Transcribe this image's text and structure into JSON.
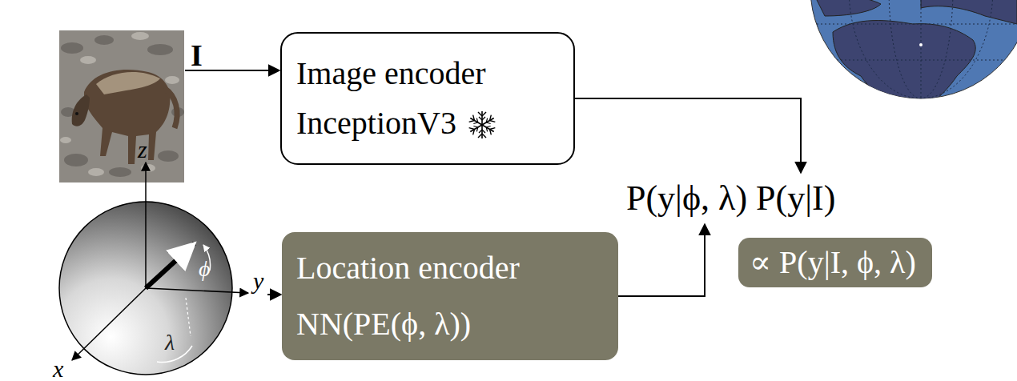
{
  "diagram": {
    "nodes": [
      {
        "text": [
          "Image encoder InceptionV3"
        ]
      },
      {
        "text": [
          "P(y|ϕ, λ) P(y|I)"
        ]
      },
      {
        "text": [
          "Location encoder NN(PE(ϕ, λ))"
        ]
      },
      {
        "text": [
          "∝ P(y|I, ϕ, λ)"
        ]
      }
    ],
    "edges": [
      {
        "from": 0,
        "to": 1,
        "arrow": "to"
      },
      {
        "from": 2,
        "to": 1,
        "arrow": "to"
      }
    ],
    "labels": [
      "I",
      "z",
      "ϕ",
      "y",
      "λ",
      "x"
    ]
  }
}
